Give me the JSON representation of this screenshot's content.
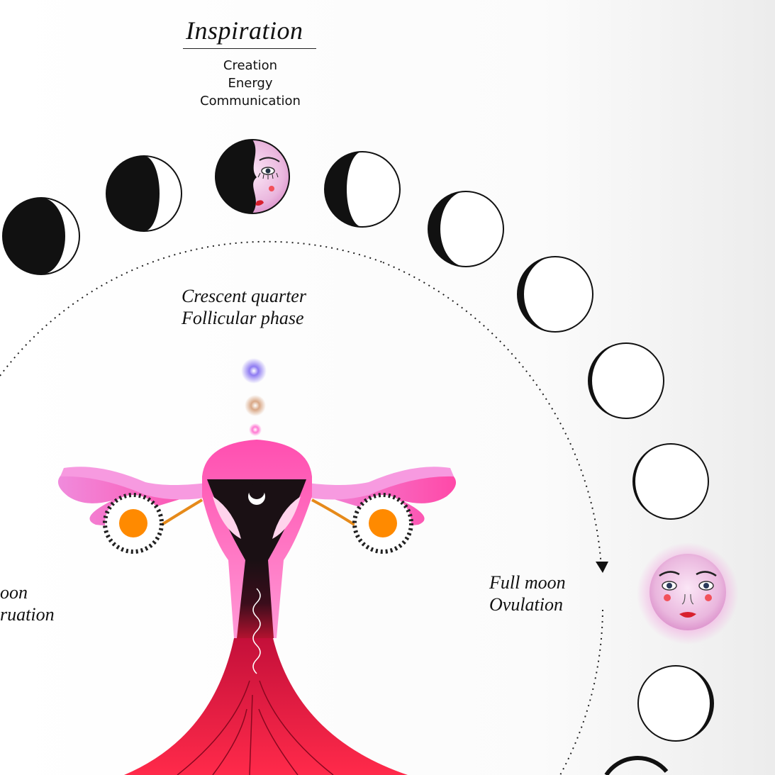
{
  "heading": {
    "title": "Inspiration",
    "keywords": [
      "Creation",
      "Energy",
      "Communication"
    ]
  },
  "labels": {
    "crescent": [
      "Crescent quarter",
      "Follicular phase"
    ],
    "full": [
      "Full moon",
      "Ovulation"
    ],
    "left_partial": [
      "oon",
      "ruation"
    ]
  },
  "moon_phases_shown": 11,
  "colors": {
    "ink": "#111111",
    "uterus_pink": "#ff3fa0",
    "ovary_orange": "#ff8a00",
    "blood_red": "#e8103a",
    "moon_face_pink": "#f2c6e8"
  }
}
